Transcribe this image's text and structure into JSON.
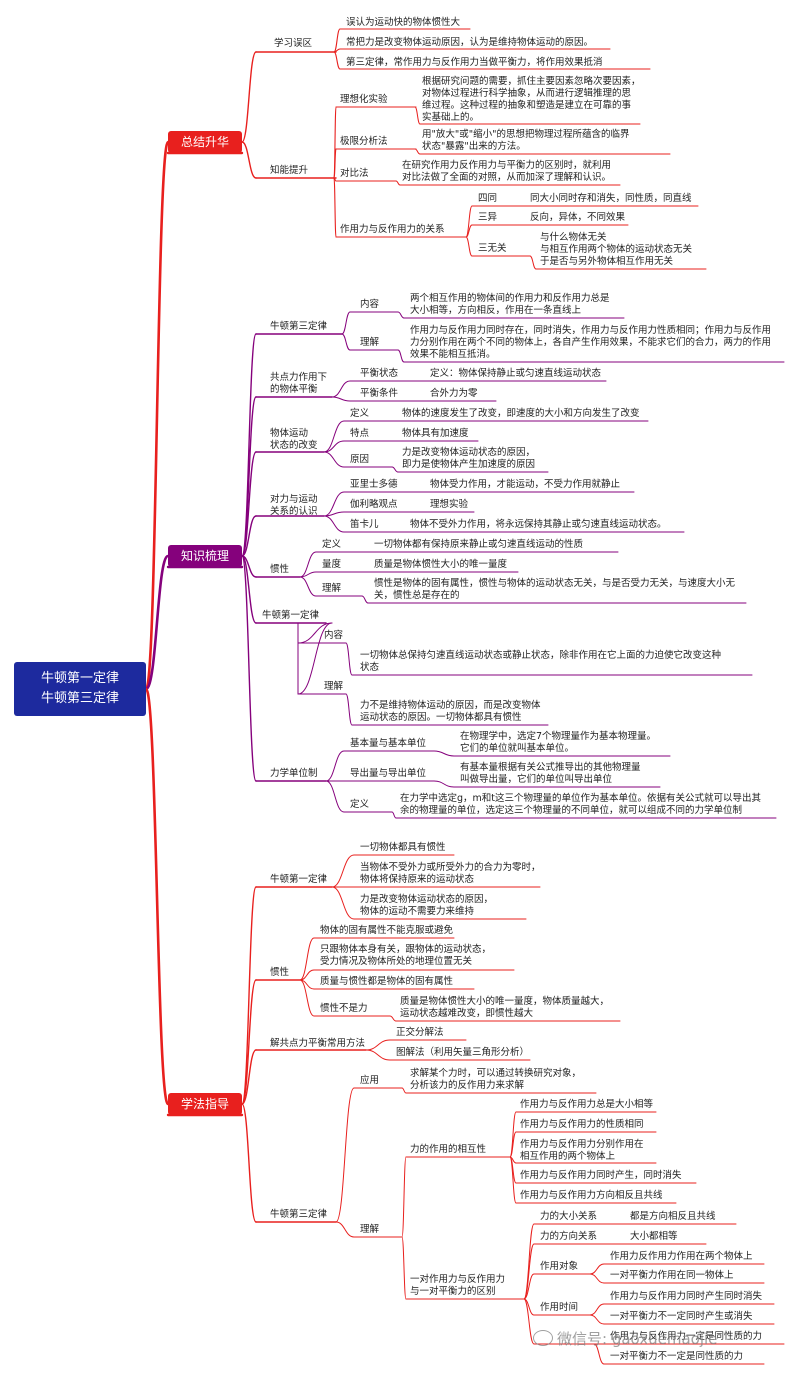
{
  "root": "牛顿第一定律\n牛顿第三定律",
  "branches": {
    "summary": {
      "label": "总结升华",
      "color": "#e8201e",
      "learning_misconceptions": {
        "label": "学习误区",
        "items": [
          "误认为运动快的物体惯性大",
          "常把力是改变物体运动原因，认为是维持物体运动的原因。",
          "第三定律，常作用力与反作用力当做平衡力，将作用效果抵消"
        ]
      },
      "ability": {
        "label": "知能提升",
        "ideal_experiment": {
          "label": "理想化实验",
          "text": "根据研究问题的需要，抓住主要因素忽略次要因素，\n对物体过程进行科学抽象，从而进行逻辑推理的思\n维过程。这种过程的抽象和塑造是建立在可靠的事\n实基础上的。"
        },
        "limit_analysis": {
          "label": "极限分析法",
          "text": "用\"放大\"或\"缩小\"的思想把物理过程所蕴含的临界\n状态\"暴露\"出来的方法。"
        },
        "comparison": {
          "label": "对比法",
          "text": "在研究作用力反作用力与平衡力的区别时，就利用\n对比法做了全面的对照，从而加深了理解和认识。"
        },
        "action_reaction": {
          "label": "作用力与反作用力的关系",
          "four_same": {
            "label": "四同",
            "text": "同大小同时存和消失，同性质，同直线"
          },
          "three_diff": {
            "label": "三异",
            "text": "反向，异体，不同效果"
          },
          "three_none": {
            "label": "三无关",
            "text": "与什么物体无关\n与相互作用两个物体的运动状态无关\n于是否与另外物体相互作用无关"
          }
        }
      }
    },
    "knowledge": {
      "label": "知识梳理",
      "color": "#85017c",
      "third_law": {
        "label": "牛顿第三定律",
        "content": {
          "label": "内容",
          "text": "两个相互作用的物体间的作用力和反作用力总是\n大小相等，方向相反，作用在一条直线上"
        },
        "understanding": {
          "label": "理解",
          "text": "作用力与反作用力同时存在，同时消失，作用力与反作用力性质相同；作用力与反作用\n力分别作用在两个不同的物体上，各自产生作用效果，不能求它们的合力，两力的作用\n效果不能相互抵消。"
        }
      },
      "equilibrium": {
        "label": "共点力作用下\n的物体平衡",
        "state": {
          "label": "平衡状态",
          "text": "定义：物体保持静止或匀速直线运动状态"
        },
        "condition": {
          "label": "平衡条件",
          "text": "合外力为零"
        }
      },
      "motion_change": {
        "label": "物体运动\n状态的改变",
        "definition": {
          "label": "定义",
          "text": "物体的速度发生了改变，即速度的大小和方向发生了改变"
        },
        "feature": {
          "label": "特点",
          "text": "物体具有加速度"
        },
        "cause": {
          "label": "原因",
          "text": "力是改变物体运动状态的原因，\n即力是使物体产生加速度的原因"
        }
      },
      "force_motion_views": {
        "label": "对力与运动\n关系的认识",
        "aristotle": {
          "label": "亚里士多德",
          "text": "物体受力作用，才能运动，不受力作用就静止"
        },
        "galileo": {
          "label": "伽利略观点",
          "text": "理想实验"
        },
        "descartes": {
          "label": "笛卡儿",
          "text": "物体不受外力作用，将永远保持其静止或匀速直线运动状态。"
        }
      },
      "inertia": {
        "label": "惯性",
        "definition": {
          "label": "定义",
          "text": "一切物体都有保持原来静止或匀速直线运动的性质"
        },
        "measure": {
          "label": "量度",
          "text": "质量是物体惯性大小的唯一量度"
        },
        "understanding": {
          "label": "理解",
          "text": "惯性是物体的固有属性，惯性与物体的运动状态无关，与是否受力无关，与速度大小无\n关，惯性总是存在的"
        }
      },
      "first_law": {
        "label": "牛顿第一定律",
        "content": {
          "label": "内容",
          "text": "一切物体总保持匀速直线运动状态或静止状态，除非作用在它上面的力迫使它改变这种\n状态"
        },
        "understanding": {
          "label": "理解",
          "text": "力不是维持物体运动的原因，而是改变物体\n运动状态的原因。一切物体都具有惯性"
        }
      },
      "units": {
        "label": "力学单位制",
        "base": {
          "label": "基本量与基本单位",
          "text": "在物理学中，选定7个物理量作为基本物理量。\n它们的单位就叫基本单位。"
        },
        "derived": {
          "label": "导出量与导出单位",
          "text": "有基本量根据有关公式推导出的其他物理量\n叫做导出量，它们的单位叫导出单位"
        },
        "definition": {
          "label": "定义",
          "text": "在力学中选定g，m和t这三个物理量的单位作为基本单位。依据有关公式就可以导出其\n余的物理量的单位，选定这三个物理量的不同单位，就可以组成不同的力学单位制"
        }
      }
    },
    "method": {
      "label": "学法指导",
      "color": "#e8201e",
      "first_law": {
        "label": "牛顿第一定律",
        "items": [
          "一切物体都具有惯性",
          "当物体不受外力或所受外力的合力为零时，\n物体将保持原来的运动状态",
          "力是改变物体运动状态的原因，\n物体的运动不需要力来维持"
        ]
      },
      "inertia": {
        "label": "惯性",
        "items": [
          "物体的固有属性不能克服或避免",
          "只跟物体本身有关，跟物体的运动状态，\n受力情况及物体所处的地理位置无关",
          "质量与惯性都是物体的固有属性"
        ],
        "not_force": {
          "label": "惯性不是力",
          "text": "质量是物体惯性大小的唯一量度，物体质量越大，\n运动状态越难改变，即惯性越大"
        }
      },
      "equilibrium_methods": {
        "label": "解共点力平衡常用方法",
        "items": [
          "正交分解法",
          "图解法（利用矢量三角形分析）"
        ]
      },
      "third_law": {
        "label": "牛顿第三定律",
        "application": {
          "label": "应用",
          "text": "求解某个力时，可以通过转换研究对象，\n分析该力的反作用力来求解"
        },
        "understanding": {
          "label": "理解",
          "mutuality": {
            "label": "力的作用的相互性",
            "items": [
              "作用力与反作用力总是大小相等",
              "作用力与反作用力的性质相同",
              "作用力与反作用力分别作用在\n相互作用的两个物体上",
              "作用力与反作用力同时产生，同时消失",
              "作用力与反作用力方向相反且共线"
            ]
          },
          "difference": {
            "label": "一对作用力与反作用力\n与一对平衡力的区别",
            "magnitude": {
              "label": "力的大小关系",
              "text": "都是方向相反且共线"
            },
            "direction": {
              "label": "力的方向关系",
              "text": "大小都相等"
            },
            "target": {
              "label": "作用对象",
              "items": [
                "作用力反作用力作用在两个物体上",
                "一对平衡力作用在同一物体上"
              ]
            },
            "timing": {
              "label": "作用时间",
              "items": [
                "作用力与反作用力同时产生同时消失",
                "一对平衡力不一定同时产生或消失"
              ]
            },
            "nature": {
              "items": [
                "作用力与反作用力一定是同性质的力",
                "一对平衡力不一定是同性质的力"
              ]
            }
          }
        }
      }
    }
  },
  "watermark": "微信号: gaoxuemaojie"
}
